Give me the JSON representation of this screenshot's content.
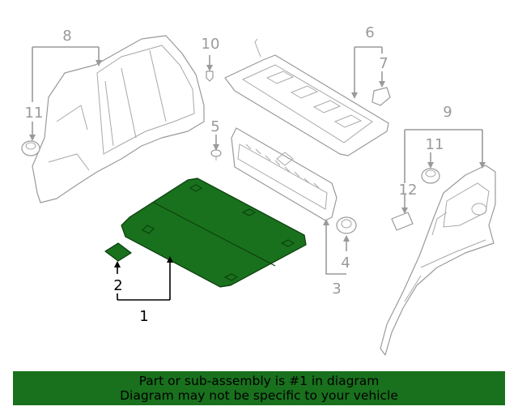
{
  "colors": {
    "highlight": "#19701d",
    "banner": "#19701d",
    "line": "#9a9a9a",
    "callout_active": "#000000"
  },
  "callouts": {
    "c1": "1",
    "c2": "2",
    "c3": "3",
    "c4": "4",
    "c5": "5",
    "c6": "6",
    "c7": "7",
    "c8": "8",
    "c9": "9",
    "c10": "10",
    "c11a": "11",
    "c11b": "11",
    "c12": "12"
  },
  "banner": {
    "line1": "Part or sub-assembly is #1 in diagram",
    "line2": "Diagram may not be specific to your vehicle"
  }
}
